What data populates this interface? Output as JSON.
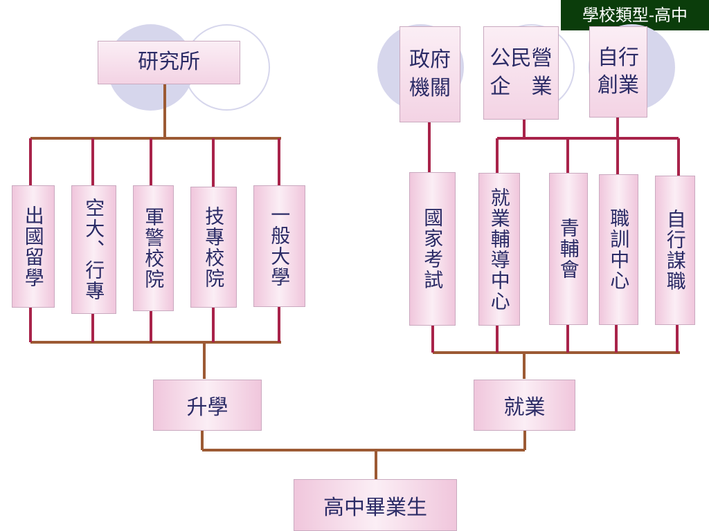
{
  "slide_tag": "學校類型-高中",
  "root": "高中畢業生",
  "branches": {
    "further_study": {
      "label": "升學",
      "options": [
        "出國留學",
        "空大、行專",
        "軍警校院",
        "技專校院",
        "一般大學"
      ],
      "top": "研究所"
    },
    "employment": {
      "label": "就業",
      "options": [
        "國家考試",
        "就業輔導中心",
        "青輔會",
        "職訓中心",
        "自行謀職"
      ],
      "top": [
        "政府\n機關",
        "公民營\n企　業",
        "自行\n創業"
      ]
    }
  },
  "colors": {
    "brown": "#9c5a34",
    "crimson": "#a8234a",
    "circle": "#d6d6ec",
    "text": "#2b2b66"
  }
}
